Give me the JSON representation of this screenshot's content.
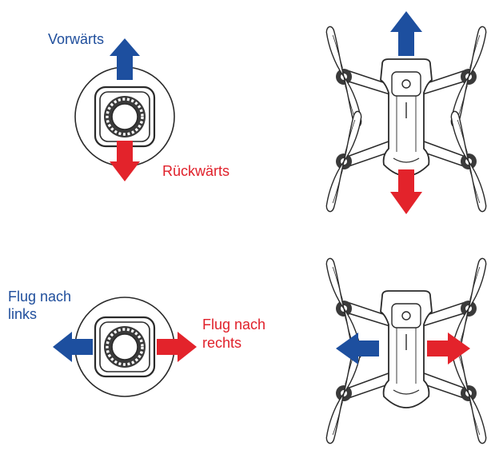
{
  "labels": {
    "forward": "Vorwärts",
    "backward": "Rückwärts",
    "left_line1": "Flug nach",
    "left_line2": "links",
    "right_line1": "Flug nach",
    "right_line2": "rechts"
  },
  "colors": {
    "blue_arrow": "#1d4f9f",
    "red_arrow": "#e3232b",
    "blue_text": "#1f4e9c",
    "red_text": "#e0202a",
    "line": "#2a2a2a"
  },
  "panels": [
    {
      "id": "joystick-forward-backward",
      "icon": "joystick-stick-icon"
    },
    {
      "id": "drone-forward-backward",
      "icon": "drone-top-view-icon"
    },
    {
      "id": "joystick-left-right",
      "icon": "joystick-stick-icon"
    },
    {
      "id": "drone-left-right",
      "icon": "drone-top-view-icon"
    }
  ]
}
